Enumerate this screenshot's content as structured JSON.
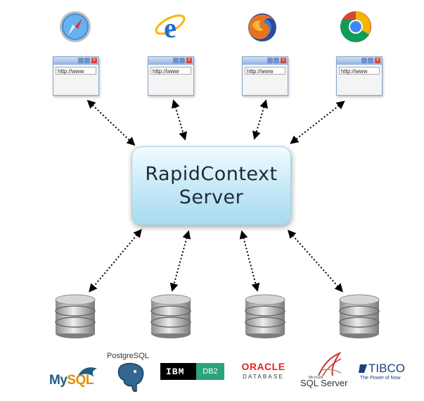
{
  "browsers": [
    {
      "name": "safari-icon",
      "address": "http://www"
    },
    {
      "name": "internet-explorer-icon",
      "address": "http://www"
    },
    {
      "name": "firefox-icon",
      "address": "http://www"
    },
    {
      "name": "chrome-icon",
      "address": "http://www"
    }
  ],
  "server": {
    "line1": "RapidContext",
    "line2": "Server"
  },
  "databases": [
    "database-1",
    "database-2",
    "database-3",
    "database-4"
  ],
  "vendors": {
    "mysql": {
      "my": "My",
      "sql": "SQL"
    },
    "postgres": {
      "label": "PostgreSQL"
    },
    "ibm": {
      "brand": "IBM",
      "product": "DB2"
    },
    "oracle": {
      "brand": "ORACLE",
      "sub": "DATABASE"
    },
    "mssql": {
      "company": "Microsoft",
      "product": "SQL Server"
    },
    "tibco": {
      "brand": "TIBCO",
      "tagline": "The Power of Now"
    }
  },
  "colors": {
    "server_fill": "#c4e8f7",
    "arrow": "#000000",
    "ie_blue": "#1e6fd0",
    "firefox_orange": "#e8731e"
  }
}
